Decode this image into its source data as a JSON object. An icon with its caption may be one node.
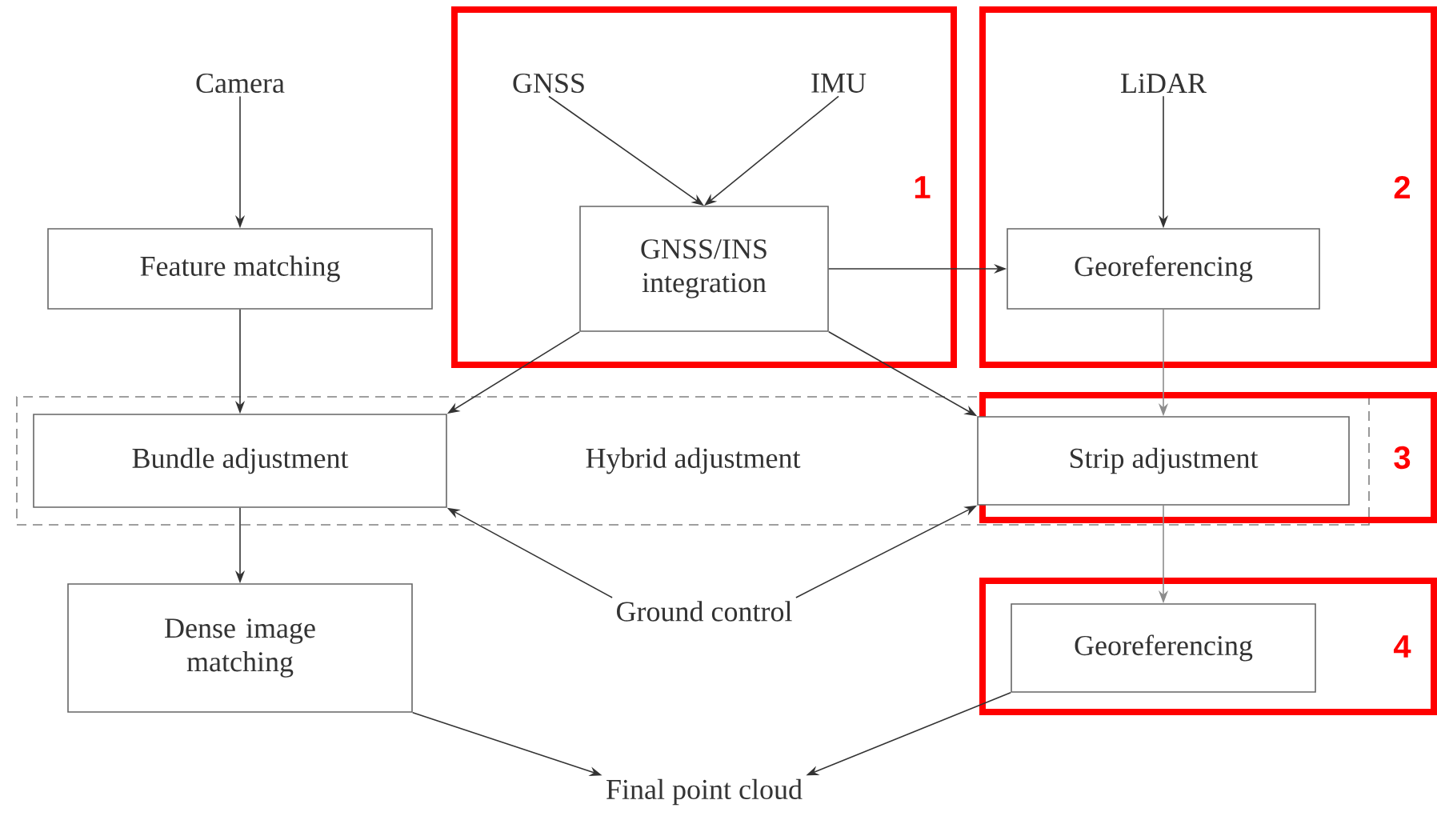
{
  "diagram": {
    "nodes": [
      {
        "text": [
          "Camera"
        ]
      },
      {
        "text": [
          "1"
        ]
      },
      {
        "text": [
          "GNSS"
        ],
        "in": 1
      },
      {
        "text": [
          "IMU"
        ],
        "in": 1
      },
      {
        "text": [
          "GNSS/INS integration"
        ],
        "in": 1
      },
      {
        "text": [
          "2"
        ]
      },
      {
        "text": [
          "LiDAR"
        ],
        "in": 5
      },
      {
        "text": [
          "Georeferencing"
        ],
        "in": 5
      },
      {
        "text": [
          "Feature matching"
        ]
      },
      {
        "text": [
          "Hybrid adjustment"
        ]
      },
      {
        "text": [
          "Bundle adjustment"
        ],
        "in": 9
      },
      {
        "text": [
          "3"
        ]
      },
      {
        "text": [
          "Strip adjustment"
        ],
        "in": 11
      },
      {
        "text": [
          "Dense image matching"
        ]
      },
      {
        "text": [
          "Ground control"
        ]
      },
      {
        "text": [
          "4"
        ]
      },
      {
        "text": [
          "Georeferencing"
        ],
        "in": 15
      },
      {
        "text": [
          "Final point cloud"
        ]
      }
    ],
    "edges": [
      {
        "from": 0,
        "to": 8,
        "arrow": "to"
      },
      {
        "from": 2,
        "to": 4,
        "arrow": "to"
      },
      {
        "from": 3,
        "to": 4,
        "arrow": "to"
      },
      {
        "from": 6,
        "to": 7,
        "arrow": "to"
      },
      {
        "from": 4,
        "to": 7,
        "arrow": "to"
      },
      {
        "from": 8,
        "to": 10,
        "arrow": "to"
      },
      {
        "from": 4,
        "to": 10,
        "arrow": "to"
      },
      {
        "from": 4,
        "to": 12,
        "arrow": "to"
      },
      {
        "from": 7,
        "to": 12,
        "arrow": "to",
        "color": "#8c8c8c"
      },
      {
        "from": 10,
        "to": 13,
        "arrow": "to"
      },
      {
        "from": 14,
        "to": 10,
        "arrow": "to"
      },
      {
        "from": 14,
        "to": 12,
        "arrow": "to"
      },
      {
        "from": 12,
        "to": 16,
        "arrow": "to",
        "color": "#8c8c8c"
      },
      {
        "from": 13,
        "to": 17,
        "arrow": "to"
      },
      {
        "from": 16,
        "to": 17,
        "arrow": "to"
      }
    ]
  }
}
